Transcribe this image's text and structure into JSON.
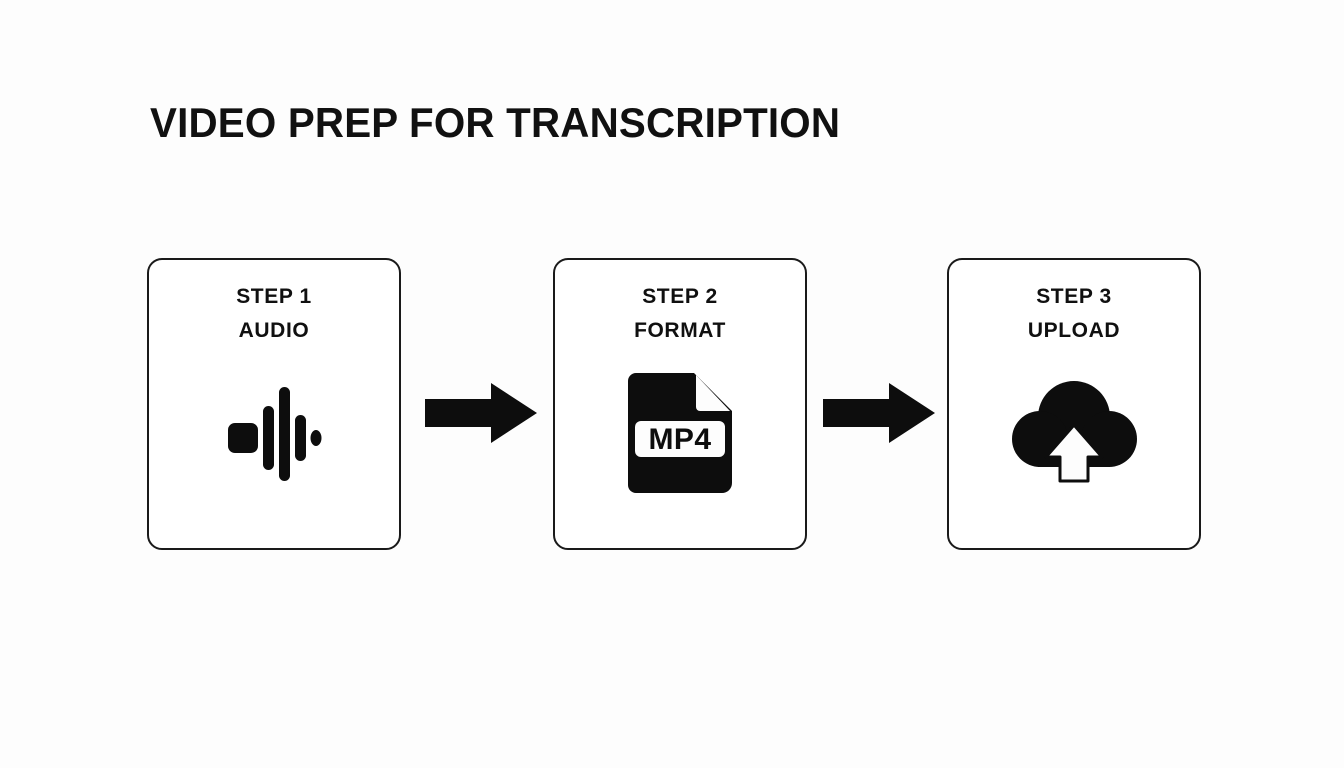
{
  "slide": {
    "title": "VIDEO PREP FOR TRANSCRIPTION",
    "background_color": "#fdfdfd",
    "ink_color": "#111111"
  },
  "flow": {
    "steps": [
      {
        "step_label": "STEP 1",
        "name_label": "AUDIO",
        "icon": "audio-waveform-icon"
      },
      {
        "step_label": "STEP 2",
        "name_label": "FORMAT",
        "icon": "mp4-file-icon",
        "file_badge": "MP4"
      },
      {
        "step_label": "STEP 3",
        "name_label": "UPLOAD",
        "icon": "cloud-upload-icon"
      }
    ],
    "connectors": [
      {
        "icon": "arrow-right-icon"
      },
      {
        "icon": "arrow-right-icon"
      }
    ]
  }
}
